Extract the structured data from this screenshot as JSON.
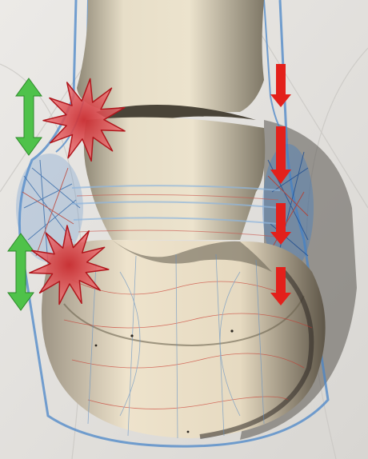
{
  "figure": {
    "subject": "horse-hoof-anatomy-render",
    "colors": {
      "background": "#e4e2df",
      "bone": "#e6dcc4",
      "bone_shadow": "#9c9481",
      "hoof_wall": "#eadfc8",
      "soft_tissue_blue": "#4a86c8",
      "vessel_red": "#c8342a",
      "burst_fill": "#e8575a",
      "burst_stroke": "#b0161c",
      "arrow_green": "#4fc24a",
      "arrow_red": "#e3201b"
    },
    "annotations": {
      "left_arrows": {
        "count": 2,
        "icon": "double-arrow-icon"
      },
      "right_arrows": {
        "count": 4,
        "icon": "down-arrow-icon"
      },
      "pain_markers": {
        "count": 2,
        "icon": "starburst-icon"
      }
    }
  }
}
